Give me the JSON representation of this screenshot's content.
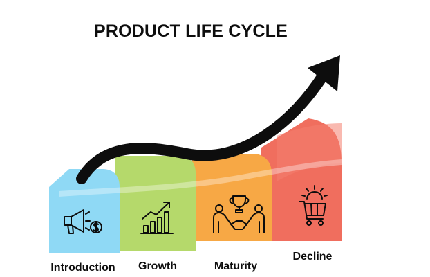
{
  "title": "PRODUCT LIFE CYCLE",
  "colors": {
    "introduction": "#8fd9f5",
    "growth": "#b5d96b",
    "maturity": "#f7a845",
    "decline": "#f06e5e",
    "arrow": "#0d0d0d",
    "text": "#0d0d0d"
  },
  "stages": [
    {
      "label": "Introduction",
      "icon": "megaphone-dollar-icon"
    },
    {
      "label": "Growth",
      "icon": "growth-chart-icon"
    },
    {
      "label": "Maturity",
      "icon": "trophy-handshake-icon"
    },
    {
      "label": "Decline",
      "icon": "sun-cart-icon"
    }
  ]
}
